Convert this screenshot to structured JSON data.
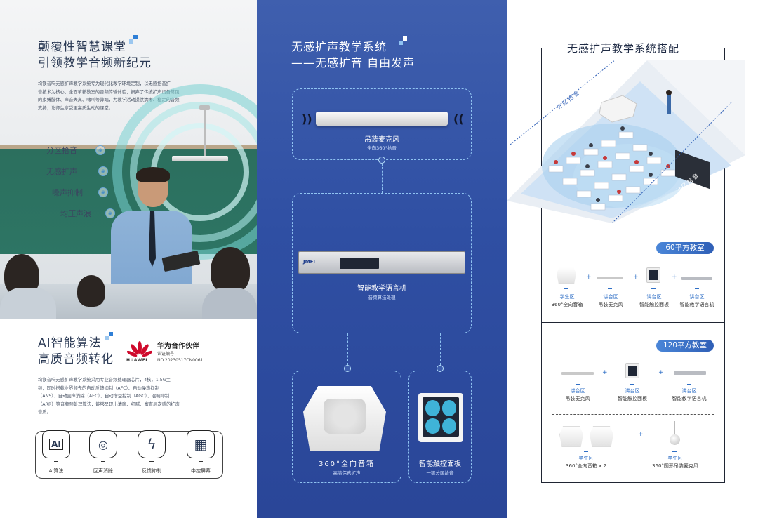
{
  "panel1": {
    "title_lines": [
      "颠覆性智慧课堂",
      "引领教学音频新纪元"
    ],
    "intro_lines": [
      "均镁音响无感扩声教学系统专为现代化教学环境定制，以无感拾音扩",
      "音技术为核心，全面革新教室的音频传输体验，摒弃了传统扩声设备常见",
      "的束缚肢体、声音失真、啸叫等弊端，为教学活动提供清晰、稳定的音频",
      "支持，让师生享受更高质生动的课堂。"
    ],
    "features": [
      "分区拾音",
      "无感扩声",
      "噪声抑制",
      "均压声浪"
    ],
    "section2_title_lines": [
      "AI智能算法",
      "高质音频转化"
    ],
    "partner": {
      "brand": "HUAWEI",
      "title": "华为合作伙伴",
      "cert_label": "认证编号：",
      "cert_no": "NO.20230517CN0061"
    },
    "algo_lines": [
      "均镁音响无感扩声教学系统采用专业音频处理器芯片，4核，1.5G主",
      "频，同时搭载业界领先的自动反馈抑制（AFC）、自动噪声抑制",
      "（ANS）、自动回声消除（AEC）、自动增益控制（AGC）、混响抑制",
      "（ARR）等音频预处理算法，能够呈现出清晰、细腻、富有层次感的扩声",
      "音质。"
    ],
    "icon_items": [
      {
        "label": "AI算法",
        "icon": "ai-chip-icon",
        "glyph": "AI"
      },
      {
        "label": "回声消除",
        "icon": "echo-cancel-icon",
        "glyph": "◎"
      },
      {
        "label": "反馈抑制",
        "icon": "lightning-icon",
        "glyph": "ϟ"
      },
      {
        "label": "中控屏幕",
        "icon": "grid-screen-icon",
        "glyph": "▦"
      }
    ]
  },
  "panel2": {
    "title_lines": [
      "无感扩声教学系统",
      "——无感扩音 自由发声"
    ],
    "devices": {
      "ceiling_mic": {
        "name": "吊装麦克风",
        "desc": "全向360°拾音"
      },
      "processor": {
        "name": "智能教学语言机",
        "desc": "音频算法处理",
        "brand": "JMEI"
      },
      "speaker": {
        "name": "360°全向音箱",
        "desc": "高清保真扩声"
      },
      "touch_panel": {
        "name": "智能触控面板",
        "desc": "一键分区拾音"
      }
    }
  },
  "panel3": {
    "title": "无感扩声教学系统搭配",
    "room_labels": [
      "分区拾音",
      "分区拾音"
    ],
    "room60": {
      "title": "60平方教室",
      "items": [
        {
          "zone": "学生区",
          "name": "360°全向音箱",
          "icon": "ceiling-speaker-icon"
        },
        {
          "zone": "讲台区",
          "name": "吊装麦克风",
          "icon": "ceiling-mic-icon"
        },
        {
          "zone": "讲台区",
          "name": "智能触控面板",
          "icon": "touch-panel-icon"
        },
        {
          "zone": "讲台区",
          "name": "智能教学语言机",
          "icon": "rack-processor-icon"
        }
      ]
    },
    "room120": {
      "title": "120平方教室",
      "row1": [
        {
          "zone": "讲台区",
          "name": "吊装麦克风",
          "icon": "ceiling-mic-icon"
        },
        {
          "zone": "讲台区",
          "name": "智能触控面板",
          "icon": "touch-panel-icon"
        },
        {
          "zone": "讲台区",
          "name": "智能教学语言机",
          "icon": "rack-processor-icon"
        }
      ],
      "row2": [
        {
          "zone": "学生区",
          "name": "360°全向音箱 x 2",
          "icon": "ceiling-speaker-icon"
        },
        {
          "zone": "学生区",
          "name": "360°圆形吊装麦克风",
          "icon": "pendant-mic-icon"
        }
      ]
    },
    "plus_sign": "+"
  },
  "colors": {
    "accent_blue": "#2f7fd6",
    "panel_blue": "#3451a3",
    "dark_text": "#2b3a55"
  }
}
